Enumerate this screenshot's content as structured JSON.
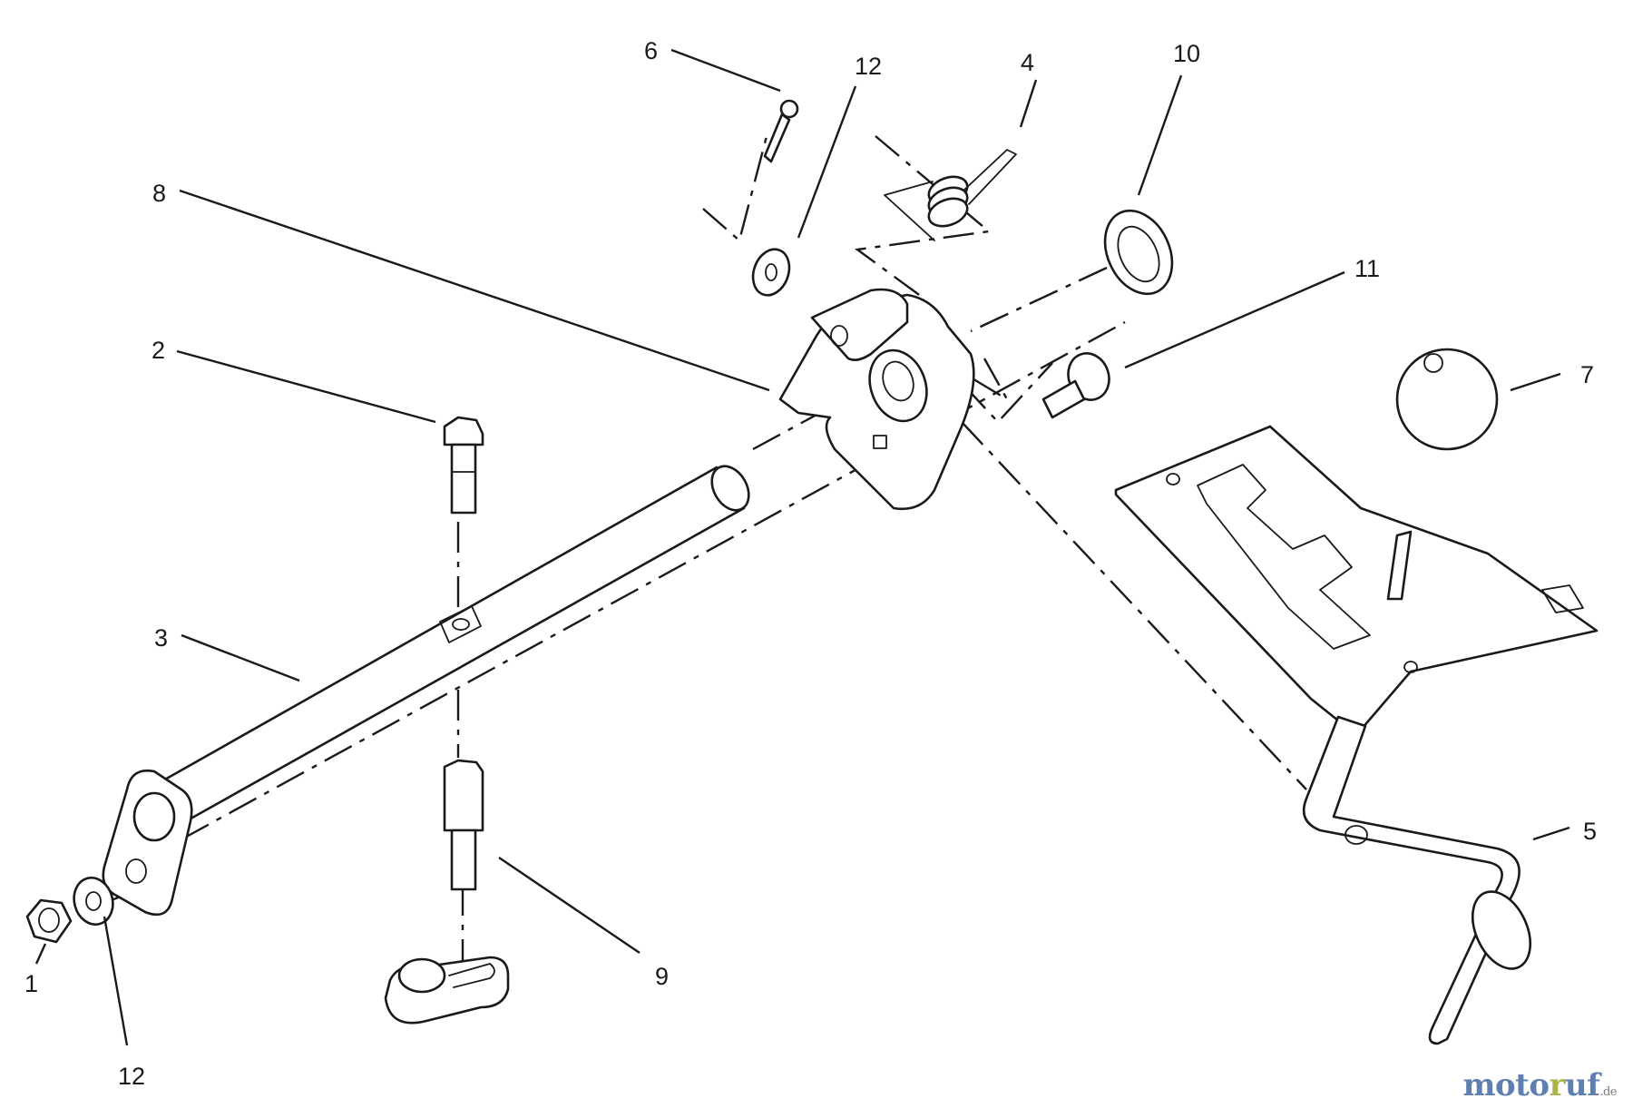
{
  "diagram": {
    "callouts": [
      {
        "id": "c1",
        "label": "1"
      },
      {
        "id": "c2",
        "label": "2"
      },
      {
        "id": "c3",
        "label": "3"
      },
      {
        "id": "c4",
        "label": "4"
      },
      {
        "id": "c5",
        "label": "5"
      },
      {
        "id": "c6",
        "label": "6"
      },
      {
        "id": "c7",
        "label": "7"
      },
      {
        "id": "c8",
        "label": "8"
      },
      {
        "id": "c9",
        "label": "9"
      },
      {
        "id": "c10",
        "label": "10"
      },
      {
        "id": "c11",
        "label": "11"
      },
      {
        "id": "c12a",
        "label": "12"
      },
      {
        "id": "c12b",
        "label": "12"
      }
    ]
  },
  "watermark": {
    "brand_main": "moto",
    "brand_accent": "r",
    "brand_rest": "uf",
    "tld": ".de",
    "colors": {
      "main": "#5f7fb0",
      "accent": "#a9b54a"
    }
  }
}
